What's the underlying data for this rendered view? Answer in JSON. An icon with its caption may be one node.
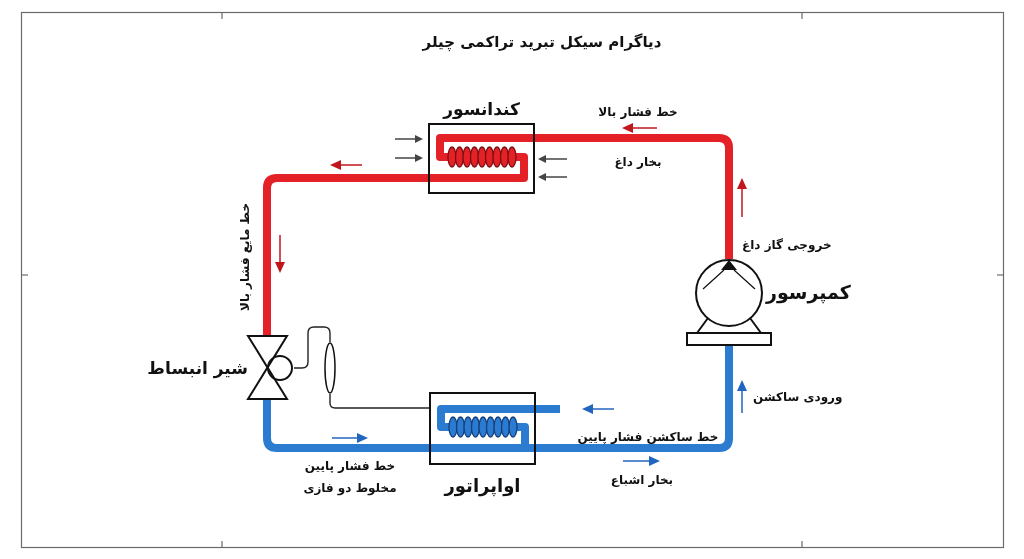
{
  "diagram": {
    "title": "دیاگرام سیکل تبرید تراکمی چیلر",
    "nodes": [
      {
        "text": [
          "کندانسور"
        ]
      },
      {
        "text": [
          "کمپرسور"
        ]
      },
      {
        "text": [
          "شیر انبساط"
        ]
      },
      {
        "text": [
          "اواپراتور"
        ]
      },
      {
        "text": [],
        "shape": "ellipse"
      }
    ],
    "edges": [
      {
        "from": 1,
        "to": 0,
        "arrow": "none",
        "color": "#e42127"
      },
      {
        "from": 0,
        "to": 2,
        "arrow": "none",
        "color": "#e42127"
      },
      {
        "from": 2,
        "to": 3,
        "arrow": "none",
        "color": "#2b7bd1"
      },
      {
        "from": 3,
        "to": 1,
        "arrow": "none",
        "color": "#2b7bd1"
      },
      {
        "from": null,
        "to": 3,
        "arrow": "none",
        "color": "#2b7bd1"
      },
      {
        "from": 2,
        "to": 4,
        "arrow": "none",
        "color": "#222222"
      },
      {
        "from": 4,
        "to": 3,
        "arrow": "none",
        "color": "#222222"
      }
    ],
    "labels": [
      "خط فشار بالا",
      "بخار داغ",
      "خروجی گاز داغ",
      "خط مایع فشار بالا",
      "ورودی ساکشن",
      "خط ساکشن فشار پایین",
      "خط فشار پایین",
      "بخار اشباع",
      "مخلوط دو فازی"
    ]
  }
}
